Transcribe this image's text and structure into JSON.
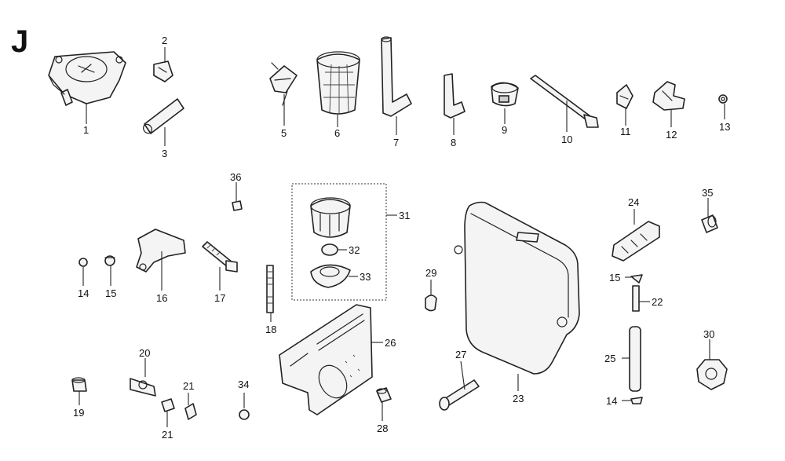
{
  "section": "J",
  "callouts": [
    {
      "id": "c1",
      "label": "1"
    },
    {
      "id": "c2",
      "label": "2"
    },
    {
      "id": "c3",
      "label": "3"
    },
    {
      "id": "c5",
      "label": "5"
    },
    {
      "id": "c6",
      "label": "6"
    },
    {
      "id": "c7",
      "label": "7"
    },
    {
      "id": "c8",
      "label": "8"
    },
    {
      "id": "c9",
      "label": "9"
    },
    {
      "id": "c10",
      "label": "10"
    },
    {
      "id": "c11",
      "label": "11"
    },
    {
      "id": "c12",
      "label": "12"
    },
    {
      "id": "c13",
      "label": "13"
    },
    {
      "id": "c14a",
      "label": "14"
    },
    {
      "id": "c15a",
      "label": "15"
    },
    {
      "id": "c16",
      "label": "16"
    },
    {
      "id": "c17",
      "label": "17"
    },
    {
      "id": "c18",
      "label": "18"
    },
    {
      "id": "c19",
      "label": "19"
    },
    {
      "id": "c20",
      "label": "20"
    },
    {
      "id": "c21a",
      "label": "21"
    },
    {
      "id": "c21b",
      "label": "21"
    },
    {
      "id": "c22",
      "label": "22"
    },
    {
      "id": "c23",
      "label": "23"
    },
    {
      "id": "c24",
      "label": "24"
    },
    {
      "id": "c25",
      "label": "25"
    },
    {
      "id": "c26",
      "label": "26"
    },
    {
      "id": "c27",
      "label": "27"
    },
    {
      "id": "c28",
      "label": "28"
    },
    {
      "id": "c29",
      "label": "29"
    },
    {
      "id": "c30",
      "label": "30"
    },
    {
      "id": "c31",
      "label": "31"
    },
    {
      "id": "c32",
      "label": "32"
    },
    {
      "id": "c33",
      "label": "33"
    },
    {
      "id": "c34",
      "label": "34"
    },
    {
      "id": "c35",
      "label": "35"
    },
    {
      "id": "c36",
      "label": "36"
    },
    {
      "id": "c14b",
      "label": "14"
    },
    {
      "id": "c15b",
      "label": "15"
    }
  ]
}
